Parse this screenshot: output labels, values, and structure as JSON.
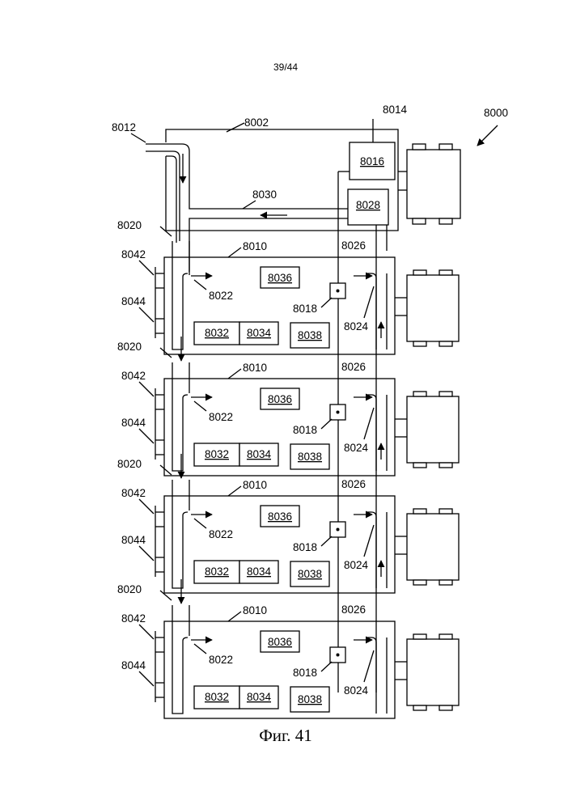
{
  "page_number": "39/44",
  "figure_caption": "Фиг. 41",
  "system": {
    "label": "8000",
    "inlet_label": "8012",
    "outer_duct_label": "8002",
    "top_port_label": "8014",
    "return_duct_label": "8030"
  },
  "top_unit": {
    "box_upper_label": "8016",
    "box_lower_label": "8028"
  },
  "modules": [
    {
      "downpipe_label": "8020",
      "module_label": "8010",
      "riser_label": "8026",
      "inlet_label": "8022",
      "outlet_label": "8024",
      "sensor_label": "8018",
      "port_label_a": "8042",
      "port_label_b": "8044",
      "box_a": "8036",
      "box_b": "8032",
      "box_c": "8034",
      "box_d": "8038"
    },
    {
      "downpipe_label": "8020",
      "module_label": "8010",
      "riser_label": "8026",
      "inlet_label": "8022",
      "outlet_label": "8024",
      "sensor_label": "8018",
      "port_label_a": "8042",
      "port_label_b": "8044",
      "box_a": "8036",
      "box_b": "8032",
      "box_c": "8034",
      "box_d": "8038"
    },
    {
      "downpipe_label": "8020",
      "module_label": "8010",
      "riser_label": "8026",
      "inlet_label": "8022",
      "outlet_label": "8024",
      "sensor_label": "8018",
      "port_label_a": "8042",
      "port_label_b": "8044",
      "box_a": "8036",
      "box_b": "8032",
      "box_c": "8034",
      "box_d": "8038"
    },
    {
      "downpipe_label": "8020",
      "module_label": "8010",
      "riser_label": "8026",
      "inlet_label": "8022",
      "outlet_label": "8024",
      "sensor_label": "8018",
      "port_label_a": "8042",
      "port_label_b": "8044",
      "box_a": "8036",
      "box_b": "8032",
      "box_c": "8034",
      "box_d": "8038"
    }
  ]
}
